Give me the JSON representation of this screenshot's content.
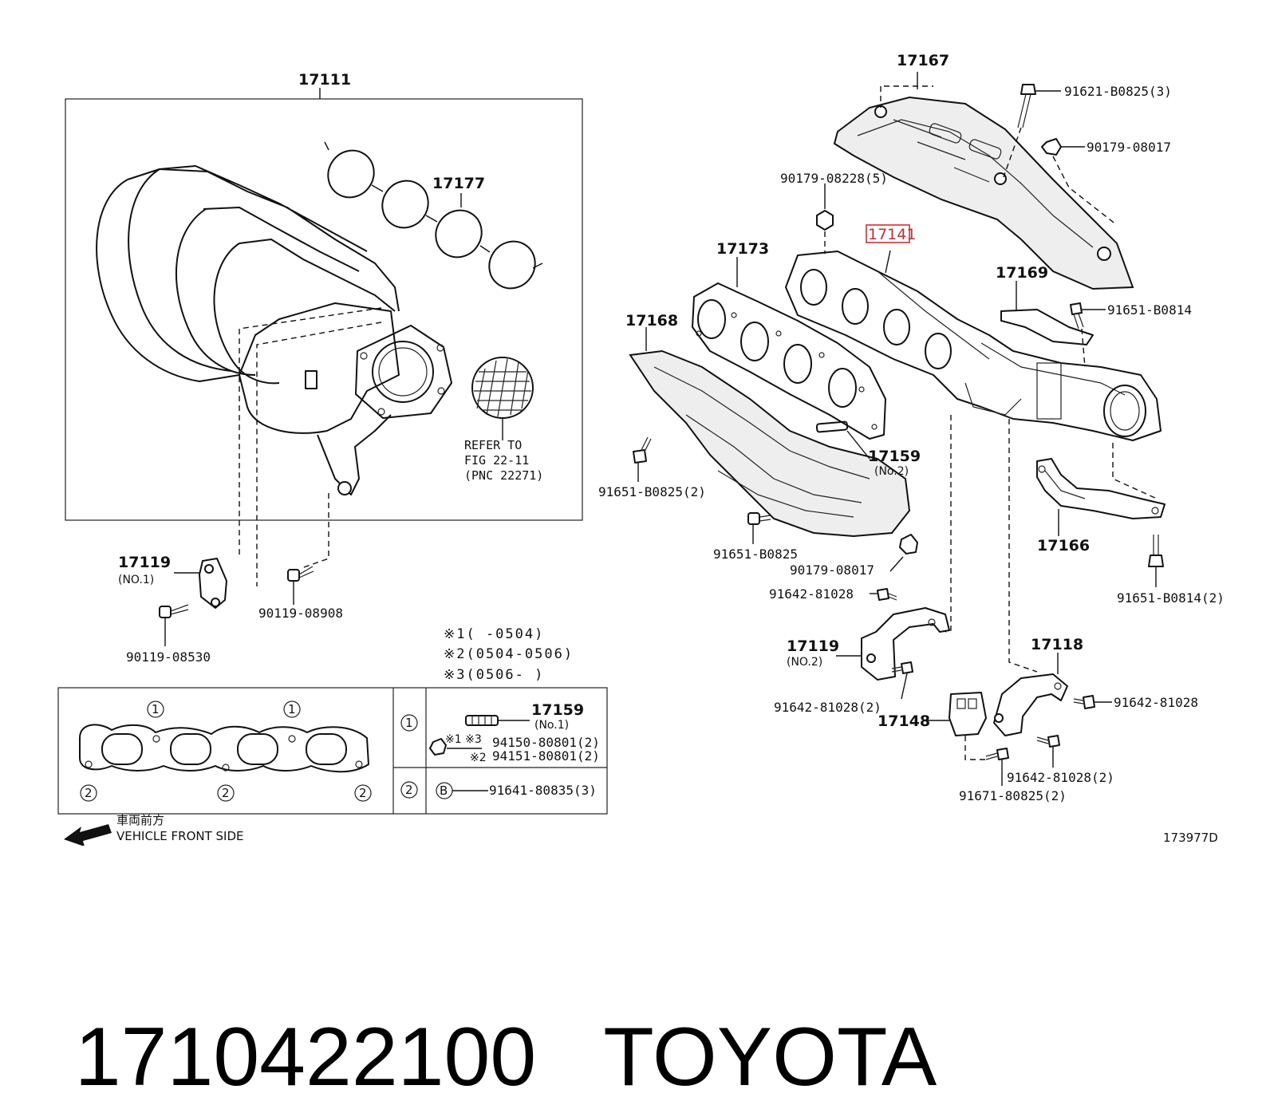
{
  "labels": {
    "intake_manifold": "17111",
    "intake_gasket": "17177",
    "refer_line1": "REFER  TO",
    "refer_line2": "FIG 22-11",
    "refer_line3": "(PNC  22271)",
    "heat_insulator_upper": "17167",
    "bolt_91621": "91621-B0825(3)",
    "nut_90179_a": "90179-08017",
    "nut_90179_b": "90179-08228(5)",
    "exhaust_manifold": "17141",
    "exhaust_gasket": "17173",
    "insulator_17169": "17169",
    "bolt_91651_b0814": "91651-B0814",
    "insulator_17168": "17168",
    "stud_17159": "17159",
    "stud_17159_sub": "(No.2)",
    "bolt_91651_b0825_2": "91651-B0825(2)",
    "bolt_91651_b0825": "91651-B0825",
    "nut_90179_c": "90179-08017",
    "insulator_17166": "17166",
    "bolt_91651_b0814_2": "91651-B0814(2)",
    "bolt_91642_a": "91642-81028",
    "stay_17119_no2": "17119",
    "stay_17119_no2_sub": "(NO.2)",
    "bolt_91642_2a": "91642-81028(2)",
    "stay_17118": "17118",
    "bolt_91642_b": "91642-81028",
    "bracket_17148": "17148",
    "bolt_91642_2b": "91642-81028(2)",
    "bolt_91671": "91671-80825(2)",
    "stay_17119_no1": "17119",
    "stay_17119_no1_sub": "(NO.1)",
    "bolt_90119_08908": "90119-08908",
    "bolt_90119_08530": "90119-08530",
    "illustration_code": "173977D"
  },
  "notes": {
    "n1": "※1(     -0504)",
    "n2": "※2(0504-0506)",
    "n3": "※3(0506-     )"
  },
  "legend": {
    "circle1": "1",
    "circle2": "2",
    "stud": "17159",
    "stud_sub": "(No.1)",
    "nut_marks": "※1 ※3",
    "nut_pn1": "94150-80801(2)",
    "nut_mark2": "※2",
    "nut_pn2": "94151-80801(2)",
    "bolt_letter": "B",
    "bolt_pn": "91641-80835(3)"
  },
  "vehicle_front": {
    "jp": "車両前方",
    "en": "VEHICLE FRONT SIDE"
  },
  "footer": {
    "part_number": "1710422100",
    "brand": "TOYOTA"
  }
}
